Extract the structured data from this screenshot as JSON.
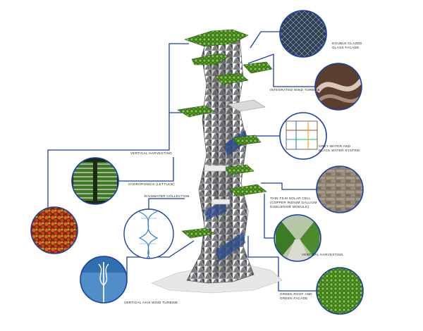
{
  "callouts": {
    "double_glazed": "Double glazed glass facade",
    "wind_turbine_integrated": "Integrated Wind Turbine",
    "grey_black_water": "Grey water and Black water system",
    "vertical_harvesting_left": "Vertical harvesting",
    "hydroponics": "Hydroponics (Lettuce)",
    "rainwater": "Rainwater Collection",
    "solar_cell": "Thin Film Solar Cell (Copper Indium Gallium Diselenide Module)",
    "vertical_harvesting_right": "Vertical harvesting",
    "vertical_axis_turbine": "Vertical axis wind turbine",
    "green_roof": "Green Roof and Green Facade"
  },
  "colors": {
    "leader_line": "#1c3fa6",
    "bubble_ring": "#1c3fa6",
    "vegetation": "#5f8f2a",
    "tower": "#6d6f72"
  }
}
